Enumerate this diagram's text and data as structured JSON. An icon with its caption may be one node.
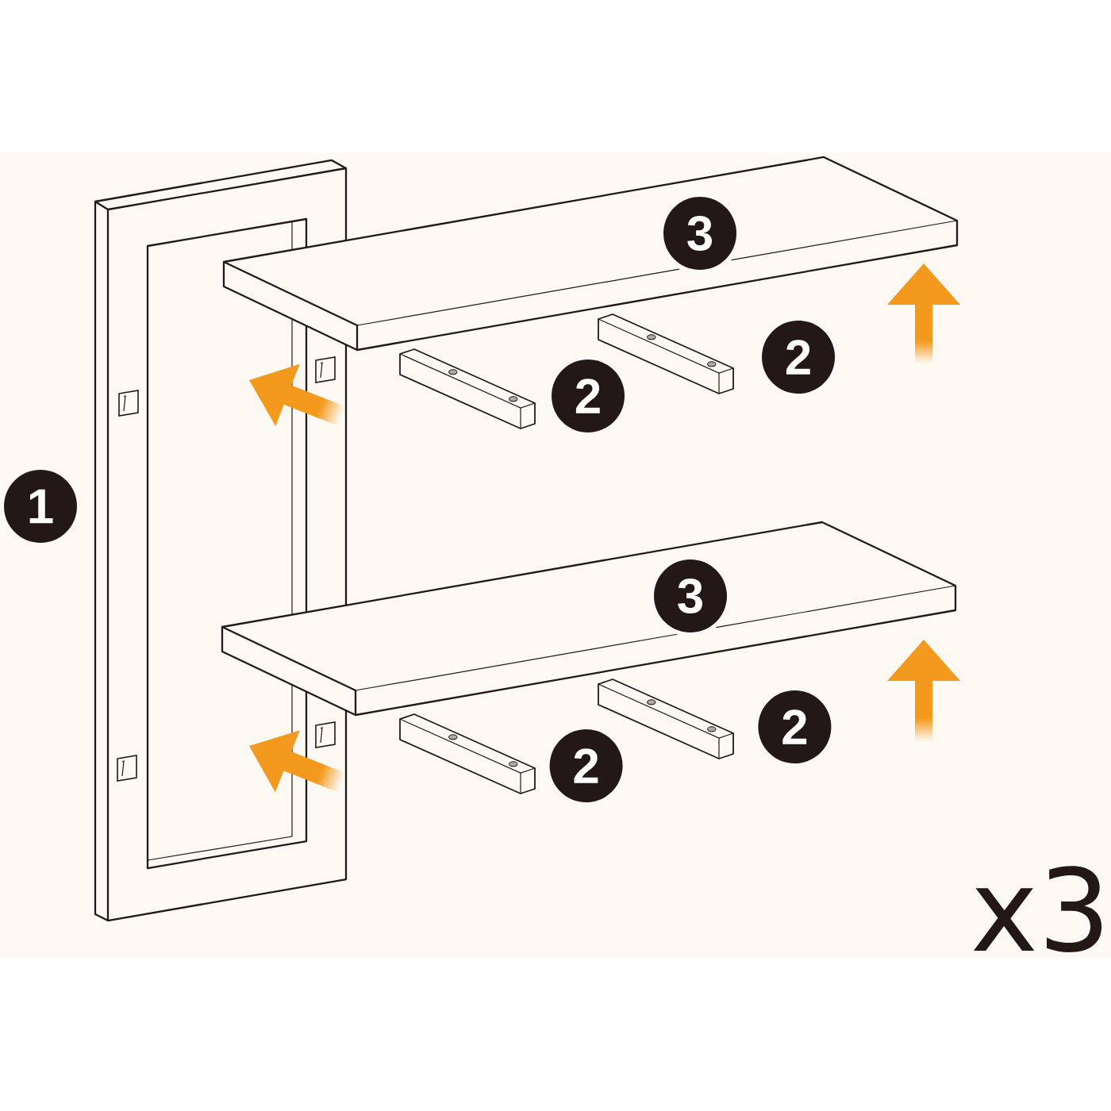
{
  "diagram": {
    "labels": [
      "3",
      "2",
      "2",
      "1",
      "3",
      "2",
      "2",
      "x3"
    ]
  }
}
